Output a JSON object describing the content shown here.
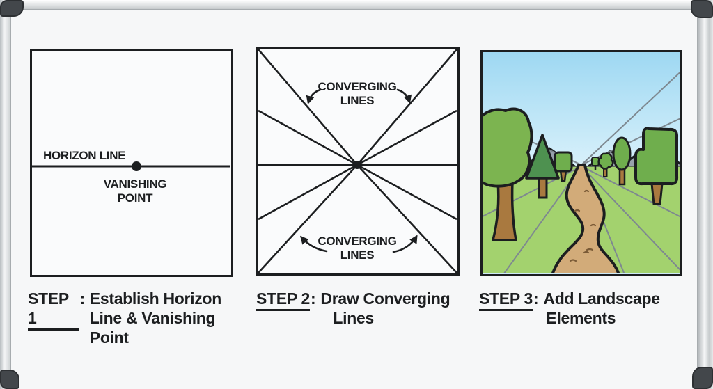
{
  "palette": {
    "ink": "#1c1e20",
    "board": "#f6f7f8",
    "cap": "#43474b",
    "sky_top": "#9ed8f2",
    "sky_bottom": "#d9f1fb",
    "mountain": "#97a1ab",
    "grass": "#a3d26e",
    "path": "#d2ab79",
    "tree": "#7cb450",
    "tree2": "#6fae4d",
    "pine": "#4e9150",
    "trunk": "#a9793f",
    "guide": "#7e8890",
    "pebble": "#7a5a36"
  },
  "panels": [
    {
      "name": "step-1-horizon-vanishing-point",
      "horizon_label": "HORIZON LINE",
      "vanishing_line1": "VANISHING",
      "vanishing_line2": "POINT",
      "caption": {
        "step": "STEP 1",
        "colon": ":",
        "line1": "Establish Horizon",
        "line2": "Line & Vanishing Point"
      }
    },
    {
      "name": "step-2-converging-lines",
      "top_label_line1": "CONVERGING",
      "top_label_line2": "LINES",
      "bottom_label_line1": "CONVERGING",
      "bottom_label_line2": "LINES",
      "caption": {
        "step": "STEP 2",
        "colon": ":",
        "line1": "Draw Converging",
        "line2": "Lines"
      }
    },
    {
      "name": "step-3-landscape",
      "caption": {
        "step": "STEP 3",
        "colon": ":",
        "line1": "Add Landscape",
        "line2": "Elements"
      }
    }
  ]
}
